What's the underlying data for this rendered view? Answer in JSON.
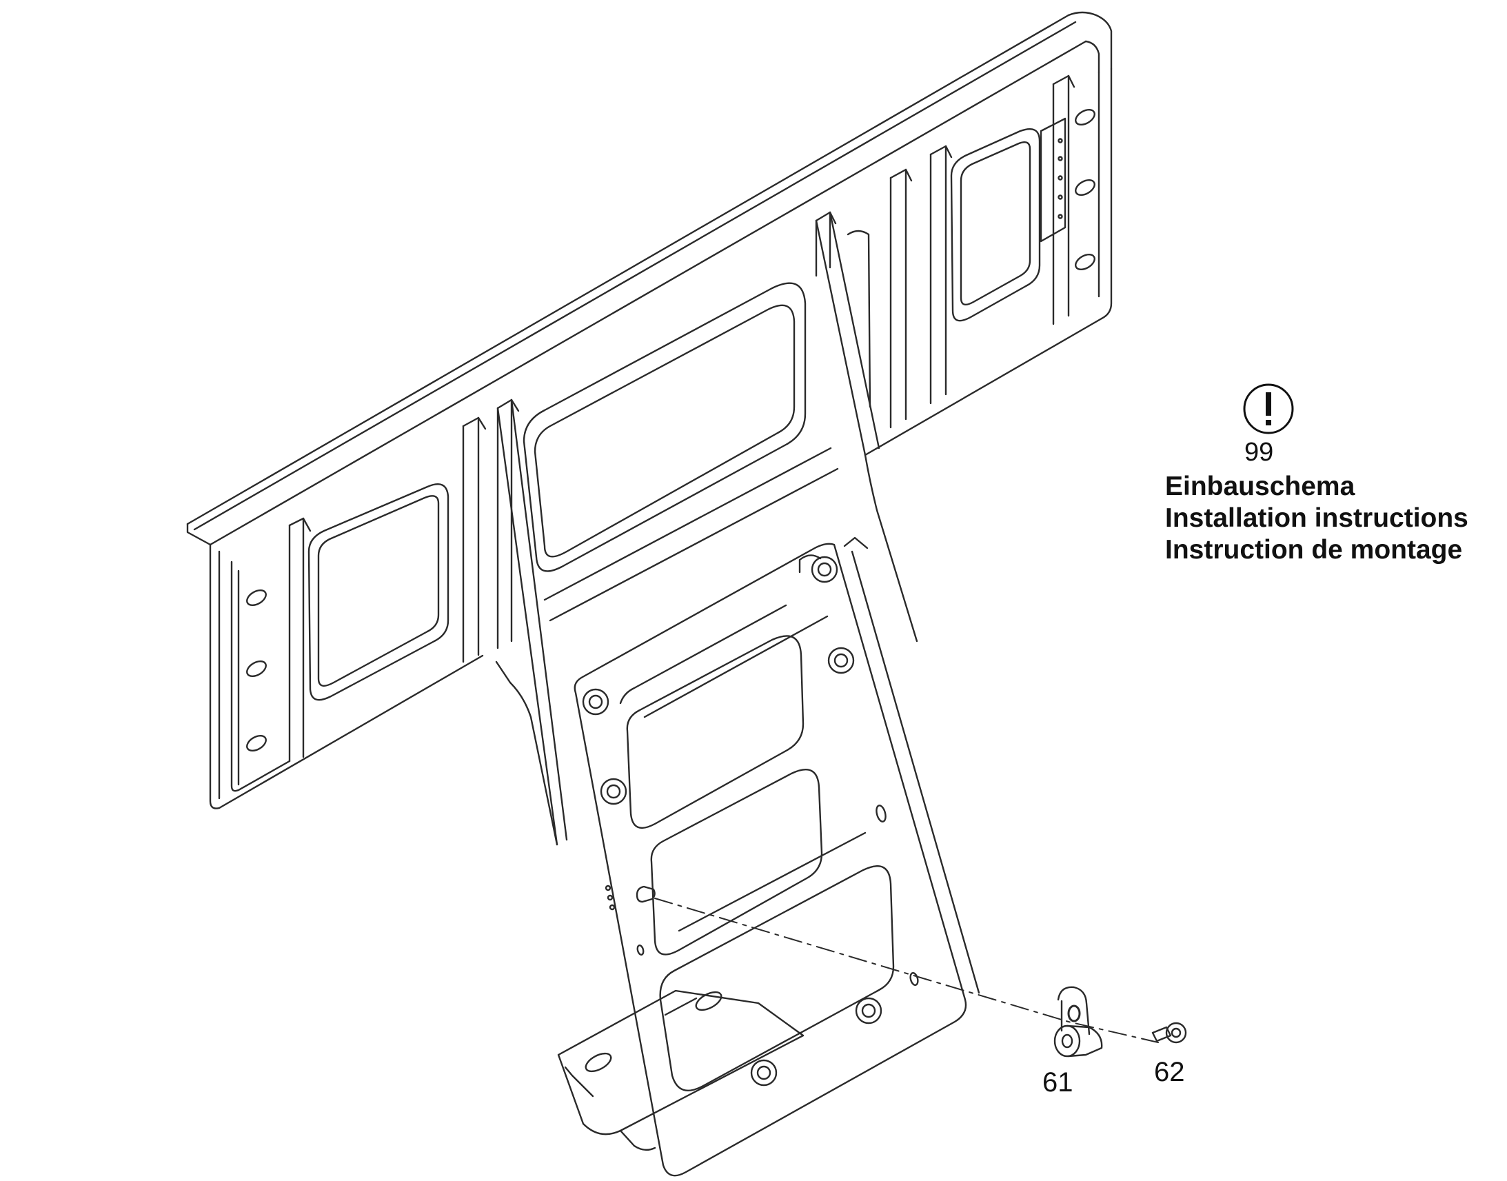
{
  "callouts": {
    "part_61": "61",
    "part_62": "62"
  },
  "notice": {
    "icon": "exclamation-circle-icon",
    "number": "99",
    "lines": [
      "Einbauschema",
      "Installation instructions",
      "Instruction de montage"
    ]
  },
  "colors": {
    "line": "#2a2a2a",
    "background": "#ffffff"
  }
}
